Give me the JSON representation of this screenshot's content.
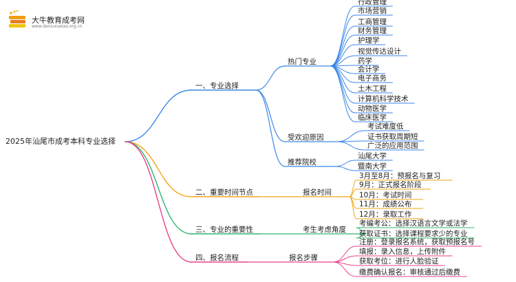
{
  "logo": {
    "title": "大牛教育成考网",
    "subtitle": "www.daniuxueiao.org.cn"
  },
  "root": "2025年汕尾市成考本科专业选择",
  "branches": [
    {
      "label": "一、专业选择",
      "color": "#3a86e8",
      "children": [
        {
          "label": "热门专业",
          "leaves": [
            "行政管理",
            "市场营销",
            "工商管理",
            "财务管理",
            "护理学",
            "视觉传达设计",
            "药学",
            "会计学",
            "电子商务",
            "土木工程",
            "计算机科学技术",
            "动物医学",
            "临床医学"
          ]
        },
        {
          "label": "受欢迎原因",
          "leaves": [
            "考试难度低",
            "证书获取周期短",
            "广泛的应用范围"
          ]
        },
        {
          "label": "推荐院校",
          "leaves": [
            "汕尾大学",
            "暨南大学"
          ]
        }
      ]
    },
    {
      "label": "二、重要时间节点",
      "color": "#f2a516",
      "children": [
        {
          "label": "报名时间",
          "leaves": [
            "3月至8月：预报名与复习",
            "9月：正式报名阶段",
            "10月：考试时间",
            "11月：成绩公布",
            "12月：录取工作"
          ]
        }
      ]
    },
    {
      "label": "三、专业的重要性",
      "color": "#2fb46e",
      "children": [
        {
          "label": "考生考虑角度",
          "leaves": [
            "考编考公：选择汉语言文学或法学",
            "获取证书：选择课程要求少的专业"
          ]
        }
      ]
    },
    {
      "label": "四、报名流程",
      "color": "#e8418c",
      "children": [
        {
          "label": "报名步骤",
          "leaves": [
            "注册：登录报名系统，获取预报名号",
            "填报：录入信息，上传附件",
            "获取考位：进行人脸验证",
            "缴费确认报名：审核通过后缴费"
          ]
        }
      ]
    }
  ]
}
